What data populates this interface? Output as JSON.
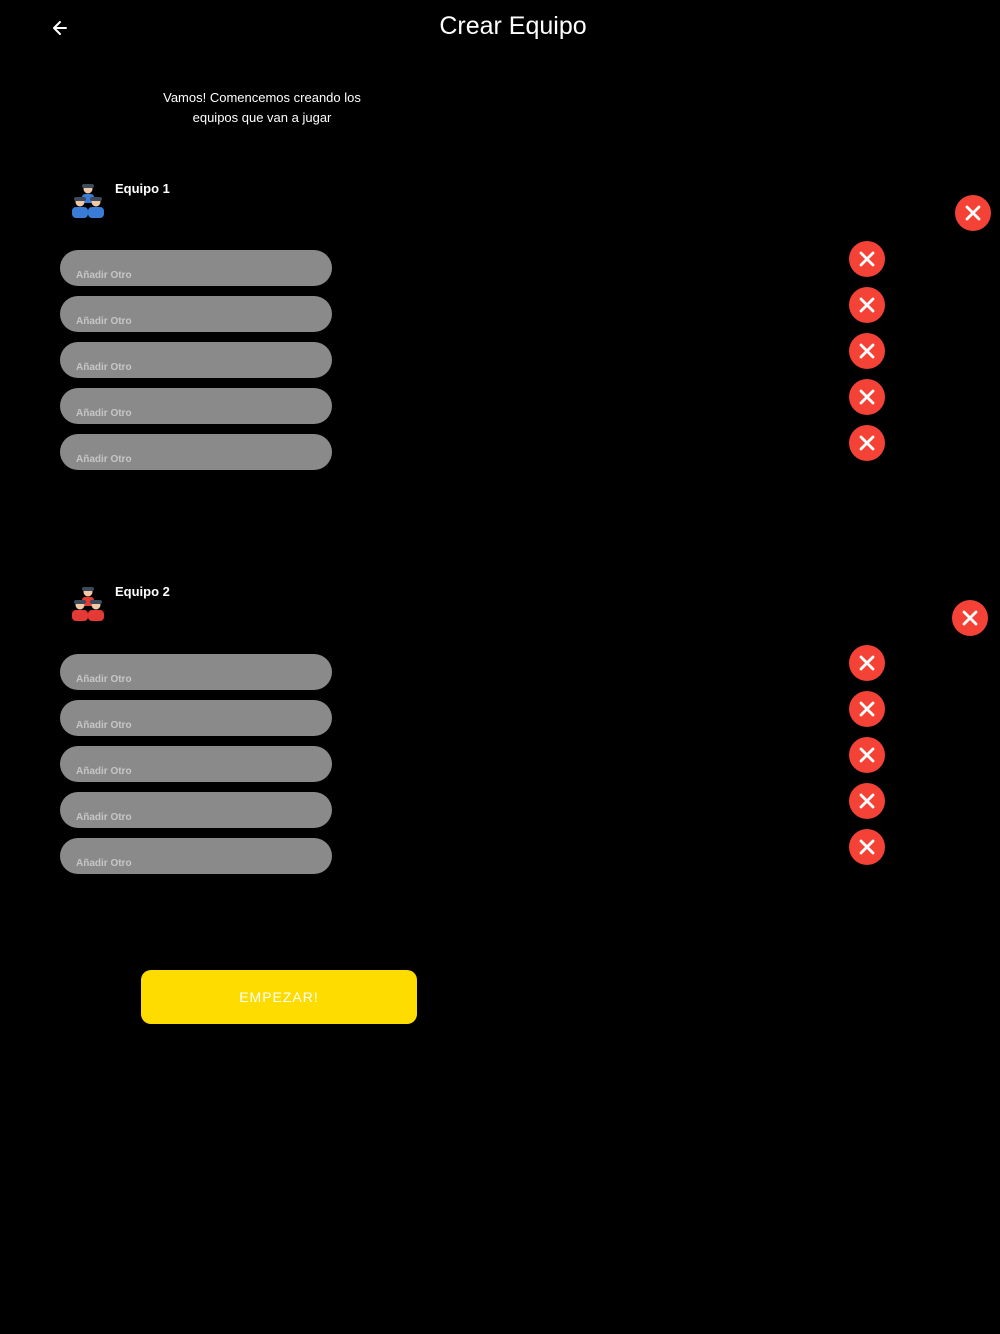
{
  "header": {
    "title": "Crear Equipo",
    "back_icon": "arrow-left-icon"
  },
  "intro": {
    "text": "Vamos! Comencemos creando los equipos que van a jugar"
  },
  "teams": [
    {
      "name": "Equipo 1",
      "avatar_icon": "team-people-icon",
      "avatar_color": "#3a7bd5",
      "players": [
        {
          "value": "",
          "placeholder": "Añadir Otro"
        },
        {
          "value": "",
          "placeholder": "Añadir Otro"
        },
        {
          "value": "",
          "placeholder": "Añadir Otro"
        },
        {
          "value": "",
          "placeholder": "Añadir Otro"
        },
        {
          "value": "",
          "placeholder": "Añadir Otro"
        }
      ]
    },
    {
      "name": "Equipo 2",
      "avatar_icon": "team-people-icon",
      "avatar_color": "#e53935",
      "players": [
        {
          "value": "",
          "placeholder": "Añadir Otro"
        },
        {
          "value": "",
          "placeholder": "Añadir Otro"
        },
        {
          "value": "",
          "placeholder": "Añadir Otro"
        },
        {
          "value": "",
          "placeholder": "Añadir Otro"
        },
        {
          "value": "",
          "placeholder": "Añadir Otro"
        }
      ]
    }
  ],
  "remove_icon": "close-icon",
  "colors": {
    "background": "#000000",
    "input": "#8a8a8a",
    "remove": "#f44336",
    "start": "#ffdc00"
  },
  "start_button": {
    "label": "EMPEZAR!"
  }
}
